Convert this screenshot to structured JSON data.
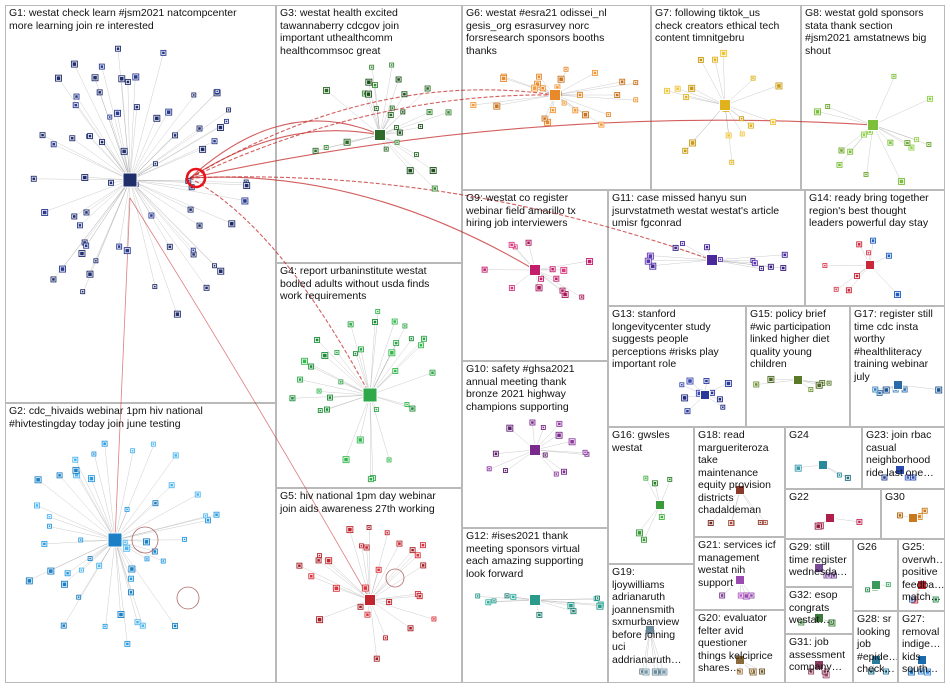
{
  "graph": {
    "groups": [
      {
        "id": "G1",
        "label": "G1: westat check learn #jsm2021 natcompcenter\nmore learning join re interested",
        "node_colors": [
          "#1f2d6b",
          "#2a3b8f",
          "#23306f"
        ],
        "node_count": 70
      },
      {
        "id": "G2",
        "label": "G2: cdc_hivaids webinar 1pm hiv national\n#hivtestingday today join june testing",
        "node_colors": [
          "#1a7fc4",
          "#2b9be0",
          "#4db6f0"
        ],
        "node_count": 48
      },
      {
        "id": "G3",
        "label": "G3: westat health excited\ntawannaberry cdcgov join\nimportant uthealthcomm\nhealthcommsoc great",
        "node_colors": [
          "#2e6b2a",
          "#3f8a3a",
          "#1c4f1a"
        ],
        "node_count": 28
      },
      {
        "id": "G4",
        "label": "G4: report urbaninstitute westat\nbodied adults without usda finds\nwork requirements",
        "node_colors": [
          "#2fa84a",
          "#38b851",
          "#1e8c38"
        ],
        "node_count": 34
      },
      {
        "id": "G5",
        "label": "G5: hiv national 1pm day webinar\njoin aids awareness 27th working",
        "node_colors": [
          "#c0262e",
          "#a51e25",
          "#d9333b"
        ],
        "node_count": 28
      },
      {
        "id": "G6",
        "label": "G6: westat #esra21 odissei_nl\ngesis_org esrasurvey norc\nforsresearch sponsors booths\nthanks",
        "node_colors": [
          "#e88a2c",
          "#f29a3a",
          "#c9741c"
        ],
        "node_count": 26
      },
      {
        "id": "G7",
        "label": "G7: following tiktok_us\ncheck creators ethical tech\ncontent timnitgebru",
        "node_colors": [
          "#e0b21e",
          "#c99a10",
          "#f0c53a"
        ],
        "node_count": 18
      },
      {
        "id": "G8",
        "label": "G8: westat gold sponsors\nstata thank section\n#jsm2021 amstatnews big\nshout",
        "node_colors": [
          "#7cbf3a",
          "#8fd14a",
          "#6aa52c"
        ],
        "node_count": 16
      },
      {
        "id": "G9",
        "label": "G9: westat co register\nwebinar field amarillo tx\nhiring job interviewers",
        "node_colors": [
          "#c21e6b",
          "#a8175a",
          "#d83a80"
        ],
        "node_count": 14
      },
      {
        "id": "G10",
        "label": "G10: safety #ghsa2021\nannual meeting thank\nbronze 2021 highway\nchampions supporting",
        "node_colors": [
          "#7a2a8c",
          "#8e3aa0",
          "#5f1f6e"
        ],
        "node_count": 14
      },
      {
        "id": "G11",
        "label": "G11: case missed hanyu sun\njsurvstatmeth westat westat's article\numisr fgconrad",
        "node_colors": [
          "#4a2a9a",
          "#5b36b0",
          "#3a1f80"
        ],
        "node_count": 13
      },
      {
        "id": "G12",
        "label": "G12: #ises2021 thank\nmeeting sponsors virtual\neach amazing supporting\nlook forward",
        "node_colors": [
          "#2a9a8a",
          "#34b0a0",
          "#1f7f72"
        ],
        "node_count": 12
      },
      {
        "id": "G13",
        "label": "G13: stanford\nlongevitycenter study\nsuggests people\nperceptions #risks play\nimportant role",
        "node_colors": [
          "#2a3a9a",
          "#3a4ab0",
          "#1f2a80"
        ],
        "node_count": 10
      },
      {
        "id": "G14",
        "label": "G14: ready bring together\nregion's best thought\nleaders powerful day stay",
        "node_colors": [
          "#c8283a",
          "#1f5fbf",
          "#d94050"
        ],
        "node_count": 9
      },
      {
        "id": "G15",
        "label": "G15: policy brief\n#wic participation\nlinked higher diet\nquality young\nchildren",
        "node_colors": [
          "#5a7a2a",
          "#6e9232",
          "#4a6620"
        ],
        "node_count": 6
      },
      {
        "id": "G16",
        "label": "G16: gwsles\nwestat",
        "node_colors": [
          "#3a9a3a",
          "#4ab04a",
          "#2a802a"
        ],
        "node_count": 6
      },
      {
        "id": "G17",
        "label": "G17: register still\ntime cdc insta\nworthy\n#healthliteracy\ntraining webinar\njuly",
        "node_colors": [
          "#2a6aa8",
          "#3a80c0",
          "#1f5490"
        ],
        "node_count": 6
      },
      {
        "id": "G18",
        "label": "G18: read\nmargueriteroza\ntake\nmaintenance\nequity provision\ndistricts\nchadaldeman",
        "node_colors": [
          "#8a3a2a",
          "#a04a3a",
          "#6e2a1f"
        ],
        "node_count": 5
      },
      {
        "id": "G19",
        "label": "G19:\nljoywilliams\nadrianaruth\njoannensmith\nsxmurbanview\nbefore joining\nuci\naddrianaruth…",
        "node_colors": [
          "#6a8a9a",
          "#7a9aaa",
          "#5a7a8a"
        ],
        "node_count": 5
      },
      {
        "id": "G20",
        "label": "G20: evaluator\nfelter avid\nquestioner\nthings kelciprice\nshares…",
        "node_colors": [
          "#8a6a3a",
          "#a07a4a",
          "#6e5428"
        ],
        "node_count": 4
      },
      {
        "id": "G21",
        "label": "G21: services icf\nmanagement\nwestat nih\nsupport",
        "node_colors": [
          "#9a4ab0",
          "#b05ac4",
          "#7a3a90"
        ],
        "node_count": 4
      },
      {
        "id": "G22",
        "label": "G22",
        "node_colors": [
          "#b01e4a",
          "#c42e5a",
          "#901a3c"
        ],
        "node_count": 3
      },
      {
        "id": "G23",
        "label": "G23: join rbac\ncasual\nneighborhood\nride last one…",
        "node_colors": [
          "#2a4ab0",
          "#3a5ac4",
          "#1f3a90"
        ],
        "node_count": 3
      },
      {
        "id": "G24",
        "label": "G24",
        "node_colors": [
          "#2a8a9a",
          "#3a9aaa",
          "#1f707e"
        ],
        "node_count": 3
      },
      {
        "id": "G25",
        "label": "G25:\noverwh…\npositive\nfeedba…\nmatch…",
        "node_colors": [
          "#c0262e",
          "#3a6ab0",
          "#2a8a4a"
        ],
        "node_count": 3
      },
      {
        "id": "G26",
        "label": "G26",
        "node_colors": [
          "#3a9a5a",
          "#2a8a4a",
          "#4aaa6a"
        ],
        "node_count": 3
      },
      {
        "id": "G27",
        "label": "G27:\nremoval\nindige…\nkids\nsouth…",
        "node_colors": [
          "#1a6ab0",
          "#2a7ac4",
          "#3a8ad4"
        ],
        "node_count": 3
      },
      {
        "id": "G28",
        "label": "G28: sr\nlooking\njob\n#epide…\ncheck…",
        "node_colors": [
          "#2a7a9a",
          "#3a8aaa",
          "#1f6a80"
        ],
        "node_count": 3
      },
      {
        "id": "G29",
        "label": "G29: still\ntime register\nwednesda…",
        "node_colors": [
          "#7a4a9a",
          "#8a5aaa",
          "#6a3a8a"
        ],
        "node_count": 3
      },
      {
        "id": "G30",
        "label": "G30",
        "node_colors": [
          "#c87a1a",
          "#b06a10",
          "#d88a2a"
        ],
        "node_count": 3
      },
      {
        "id": "G31",
        "label": "G31: job\nassessment\ncompany…",
        "node_colors": [
          "#8a3a5a",
          "#9a4a6a",
          "#7a2a4a"
        ],
        "node_count": 3
      },
      {
        "id": "G32",
        "label": "G32: esop\ncongrats\nwestat…",
        "node_colors": [
          "#3a7a3a",
          "#4a8a4a",
          "#2a6a2a"
        ],
        "node_count": 3
      }
    ],
    "hub_marker_color": "#e8141c",
    "cross_edge_color": "#c42a2a",
    "edge_color": "#8a8a8a"
  }
}
